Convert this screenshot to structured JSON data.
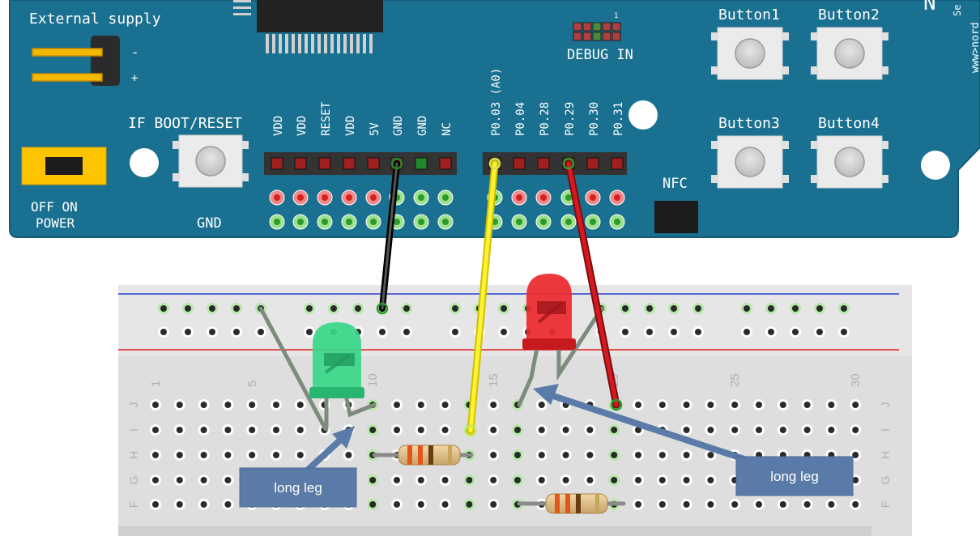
{
  "board": {
    "external_supply": "External supply",
    "minus": "-",
    "plus": "+",
    "if_boot_reset": "IF BOOT/RESET",
    "gnd": "GND",
    "off_on": "OFF ON",
    "power": "POWER",
    "debug_in": "DEBUG IN",
    "debug_pin1": "1",
    "nfc": "NFC",
    "button1": "Button1",
    "button2": "Button2",
    "button3": "Button3",
    "button4": "Button4",
    "edge_text": "www>nord",
    "edge_text2": "Se",
    "left_header_pins": [
      "VDD",
      "VDD",
      "RESET",
      "VDD",
      "5V",
      "GND",
      "GND",
      "NC"
    ],
    "right_header_pins": [
      "P0.03 (A0)",
      "P0.04",
      "P0.28",
      "P0.29",
      "P0.30",
      "P0.31"
    ]
  },
  "breadboard": {
    "column_numbers": [
      "1",
      "5",
      "10",
      "15",
      "20",
      "25",
      "30"
    ],
    "row_letters": [
      "J",
      "I",
      "H",
      "G",
      "F"
    ]
  },
  "callouts": {
    "left": "long leg",
    "right": "long leg"
  },
  "colors": {
    "board": "#1a7090",
    "wire_black": "#111111",
    "wire_yellow": "#f5e800",
    "wire_red": "#c8161d",
    "led_green": "#2ecc71",
    "led_red": "#e8262b",
    "callout": "#5a7ba8"
  }
}
